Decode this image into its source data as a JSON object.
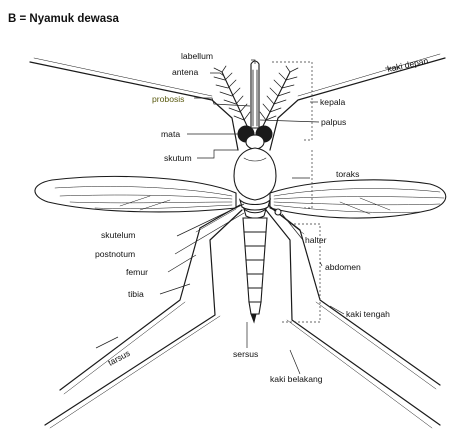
{
  "title": "B = Nyamuk dewasa",
  "labels": {
    "labellum": "labellum",
    "antena": "antena",
    "probosis": "probosis",
    "mata": "mata",
    "skutum": "skutum",
    "skutelum": "skutelum",
    "postnotum": "postnotum",
    "femur": "femur",
    "tibia": "tibia",
    "tarsus": "tarsus",
    "sersus": "sersus",
    "kaki_depan": "kaki depan",
    "kepala": "kepala",
    "palpus": "palpus",
    "toraks": "toraks",
    "halter": "halter",
    "abdomen": "abdomen",
    "kaki_tengah": "kaki tengah",
    "kaki_belakang": "kaki belakang"
  },
  "colors": {
    "ink": "#1a1a1a",
    "probosis_label": "#5a5a10",
    "background": "#ffffff"
  }
}
